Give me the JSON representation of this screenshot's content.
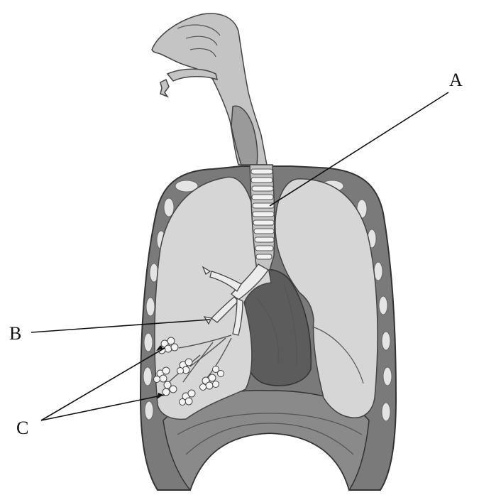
{
  "labels": {
    "A": "A",
    "B": "B",
    "C": "C"
  },
  "colors": {
    "background": "#ffffff",
    "lung": "#d6d6d6",
    "chest_wall": "#7a7a7a",
    "rib": "#e4e4e4",
    "heart": "#5c5c5c",
    "diaphragm": "#8a8a8a",
    "airway": "#c4c4c4",
    "trachea_ring": "#f2f2f2",
    "alveoli": "#f4f4f4",
    "line": "#111111"
  },
  "icons": [
    "nasal-cavity",
    "trachea",
    "bronchus",
    "bronchiole",
    "alveoli",
    "lung",
    "heart",
    "diaphragm",
    "rib"
  ]
}
